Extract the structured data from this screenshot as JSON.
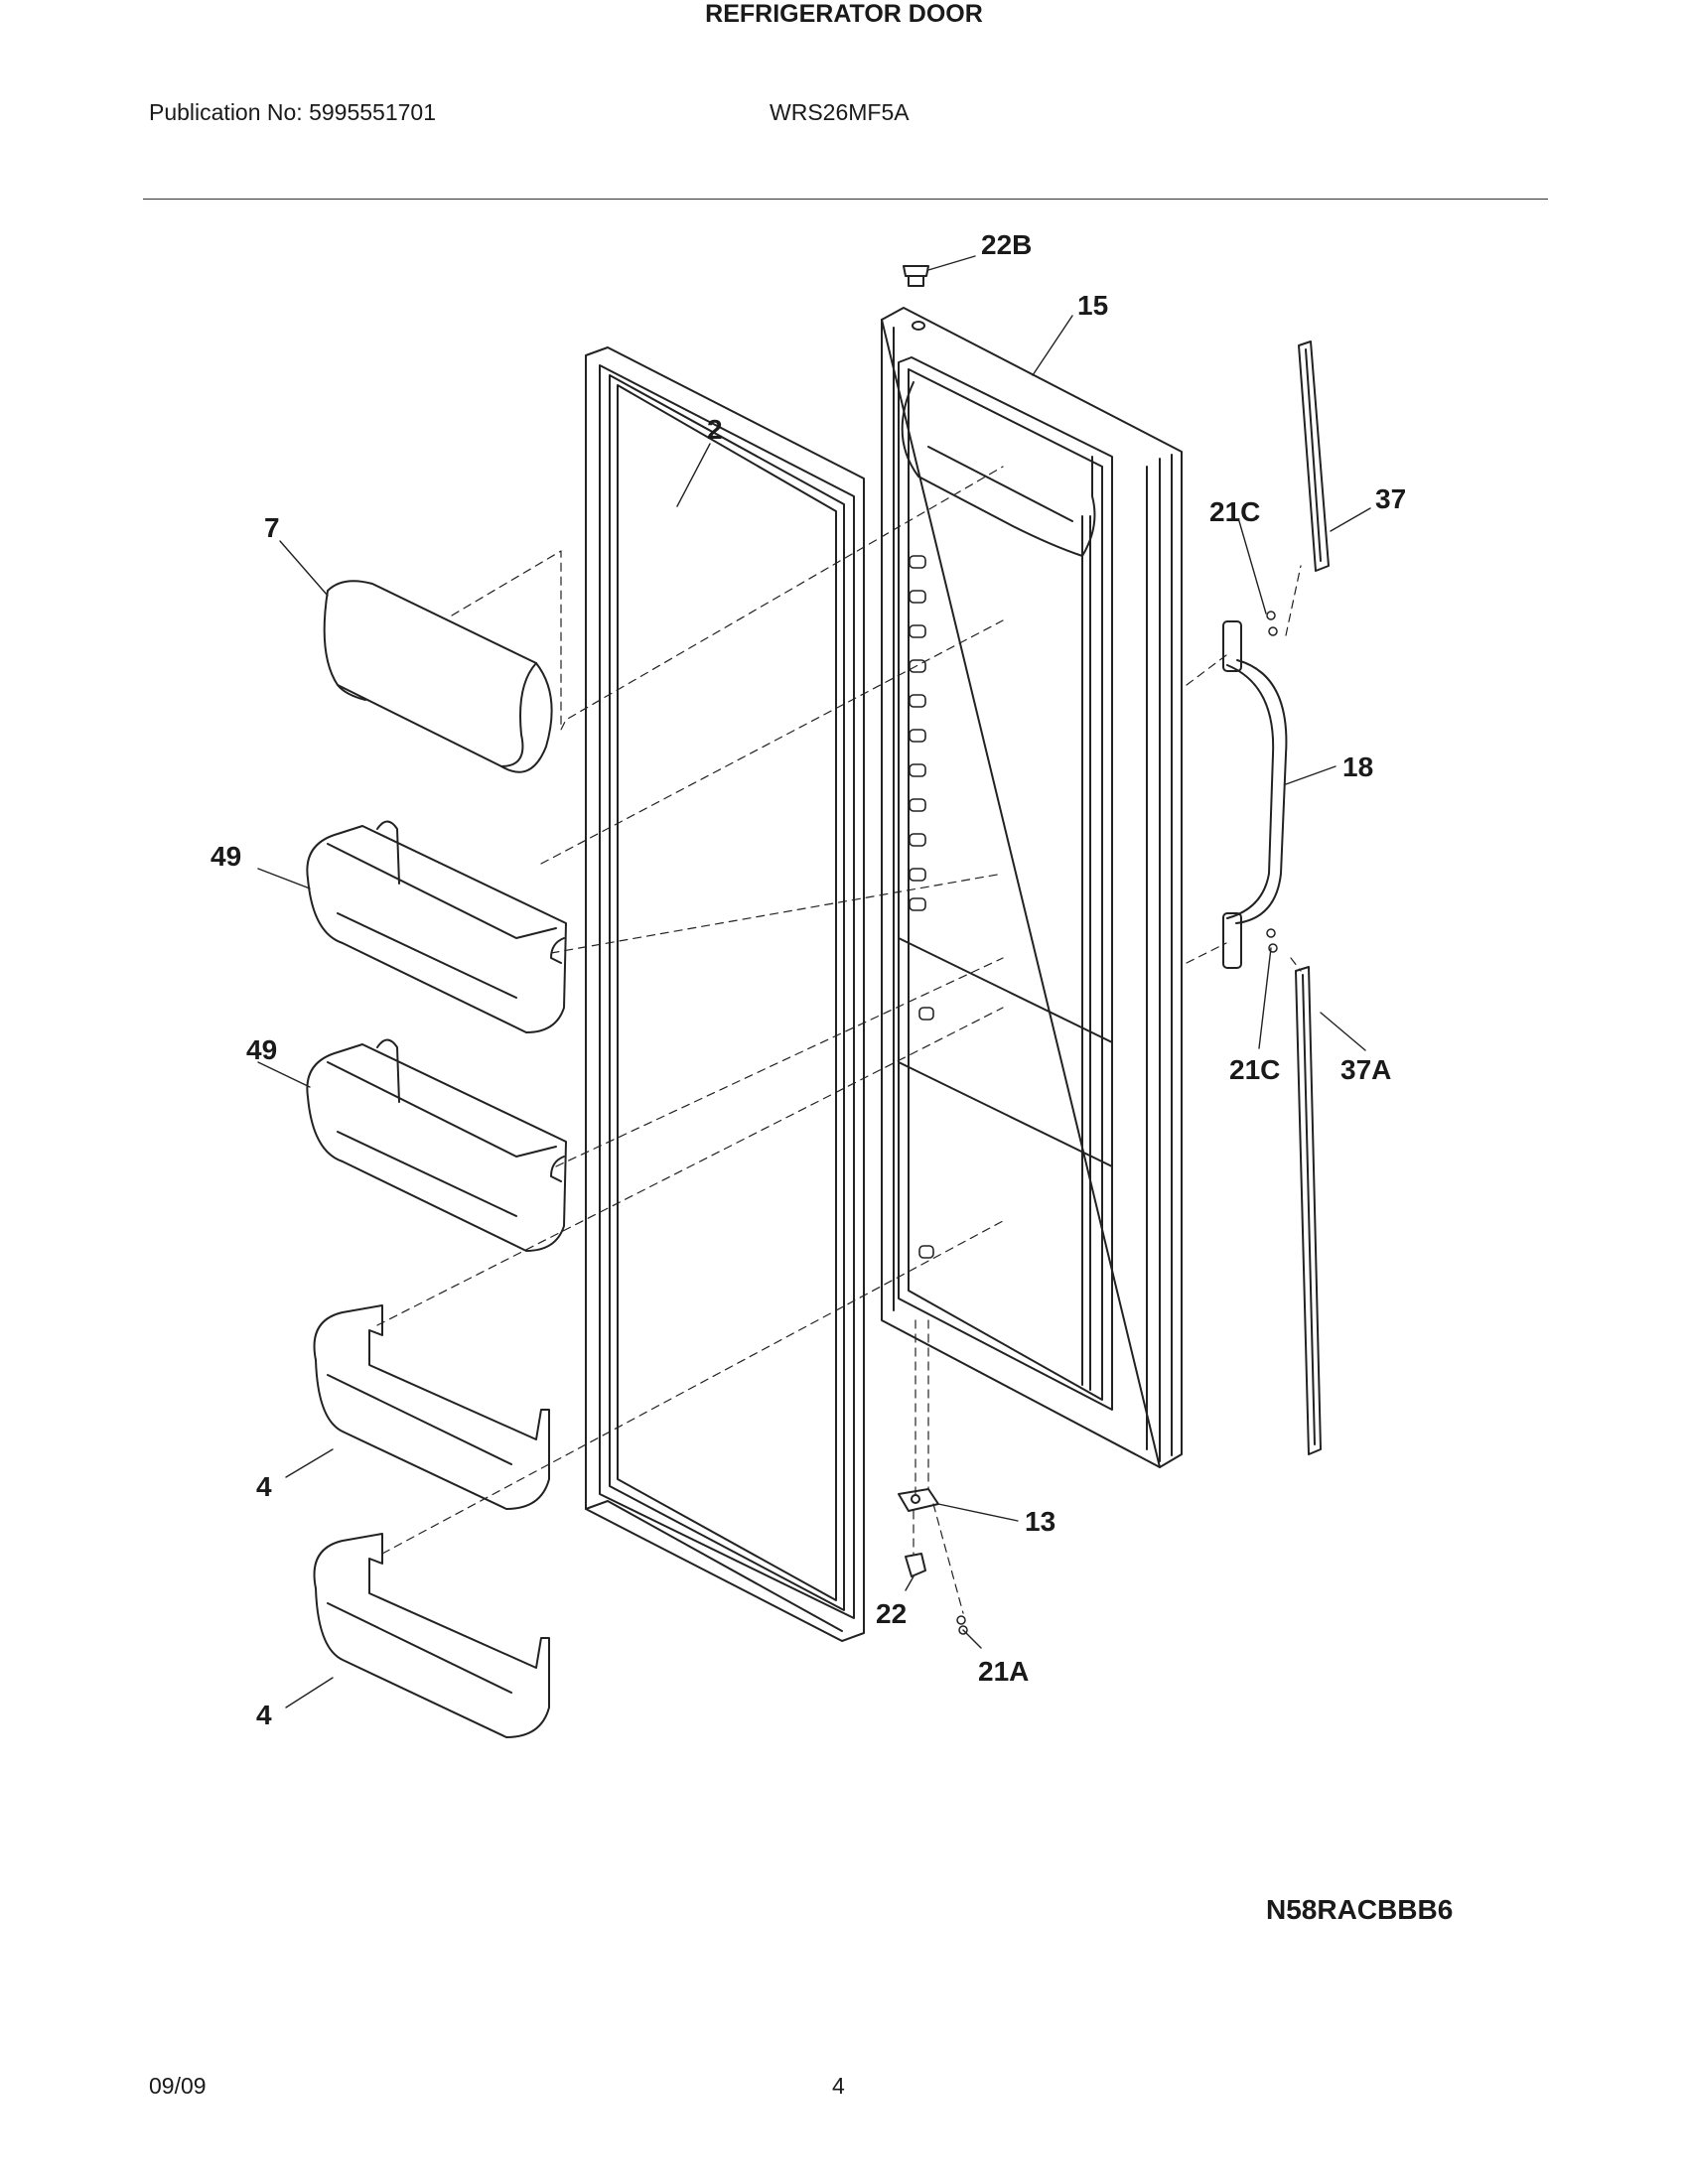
{
  "header": {
    "publication": "Publication No: 5995551701",
    "model": "WRS26MF5A",
    "title": "REFRIGERATOR DOOR"
  },
  "footer": {
    "code": "N58RACBBB6",
    "date": "09/09",
    "page": "4"
  },
  "callouts": {
    "c22b": "22B",
    "c15": "15",
    "c2": "2",
    "c7": "7",
    "c21c_top": "21C",
    "c37": "37",
    "c18": "18",
    "c49_top": "49",
    "c49_bottom": "49",
    "c21c_bottom": "21C",
    "c37a": "37A",
    "c4_top": "4",
    "c13": "13",
    "c22": "22",
    "c21a": "21A",
    "c4_bottom": "4"
  }
}
